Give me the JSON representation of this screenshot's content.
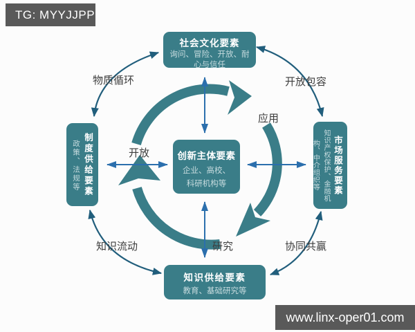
{
  "badges": {
    "telegram": "TG: MYYJJPP",
    "website": "www.linx-oper01.com"
  },
  "diagram": {
    "center": {
      "title": "创新主体要素",
      "subtitle": "企业、高校、科研机构等"
    },
    "top": {
      "title": "社会文化要素",
      "subtitle": "询问、冒险、开放、耐心与信任"
    },
    "left": {
      "title": "制度供给要素",
      "subtitle": "政策、法规等"
    },
    "right": {
      "title": "市场服务要素",
      "subtitle": "知识产权保护、金融机构、中介组织等"
    },
    "bottom": {
      "title": "知识供给要素",
      "subtitle": "教育、基础研究等"
    },
    "labels": {
      "material_cycle": "物质循环",
      "open_inclusive": "开放包容",
      "application": "应用",
      "openness": "开放",
      "research": "研究",
      "knowledge_flow": "知识流动",
      "win_win": "协同共赢"
    },
    "colors": {
      "teal": "#3A7D88",
      "arrow_blue": "#2B6FAD",
      "curve_blue": "#215E7C",
      "badge_bg": "#595959"
    }
  }
}
